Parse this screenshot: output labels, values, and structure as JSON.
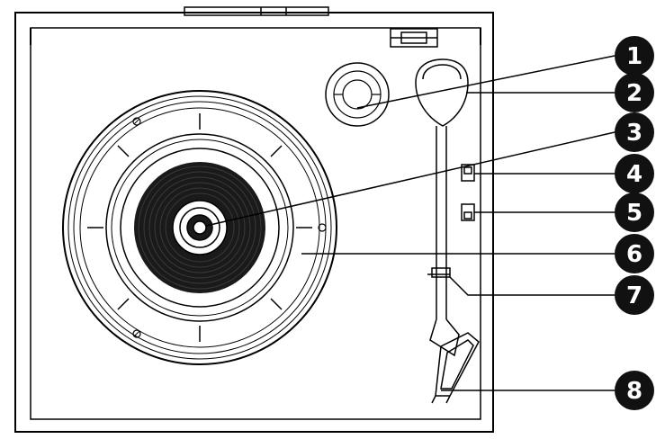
{
  "callouts": [
    {
      "number": "1",
      "part": "45-rpm-adapter"
    },
    {
      "number": "2",
      "part": "tonearm-lift"
    },
    {
      "number": "3",
      "part": "platter-spindle"
    },
    {
      "number": "4",
      "part": "speed-switch"
    },
    {
      "number": "5",
      "part": "auto-stop-switch"
    },
    {
      "number": "6",
      "part": "platter"
    },
    {
      "number": "7",
      "part": "tonearm-clip"
    },
    {
      "number": "8",
      "part": "cartridge-headshell"
    }
  ],
  "colors": {
    "line": "#000000",
    "fill": "#ffffff",
    "record": "#1a1a1a",
    "badge": "#111111"
  }
}
